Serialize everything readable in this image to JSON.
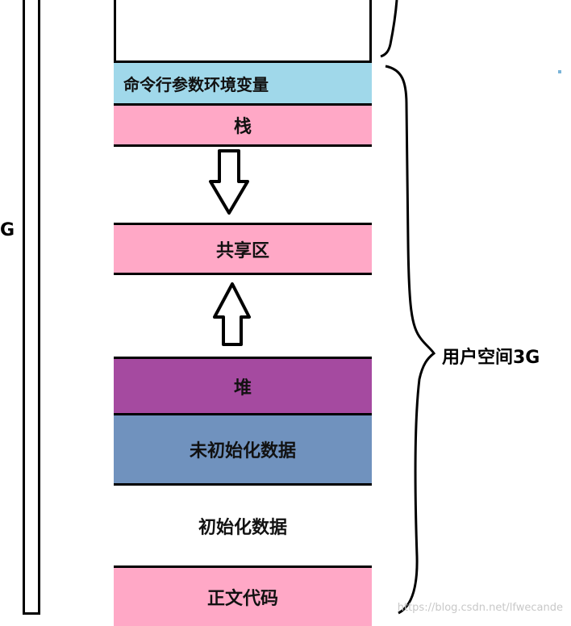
{
  "segments": [
    {
      "id": "cmd",
      "label": "命令行参数环境变量",
      "color": "#a0d8ea"
    },
    {
      "id": "stack",
      "label": "栈",
      "color": "#ffa8c6"
    },
    {
      "id": "gap1",
      "label": "",
      "color": "#ffffff"
    },
    {
      "id": "shared",
      "label": "共享区",
      "color": "#ffa8c6"
    },
    {
      "id": "gap2",
      "label": "",
      "color": "#ffffff"
    },
    {
      "id": "heap",
      "label": "堆",
      "color": "#a54aa0"
    },
    {
      "id": "bss",
      "label": "未初始化数据",
      "color": "#7092be"
    },
    {
      "id": "data",
      "label": "初始化数据",
      "color": "#ffffff"
    },
    {
      "id": "text",
      "label": "正文代码",
      "color": "#ffa8c6"
    }
  ],
  "left_label": "G",
  "user_space_label": "用户空间3G",
  "watermark": "https://blog.csdn.net/lfwecande"
}
